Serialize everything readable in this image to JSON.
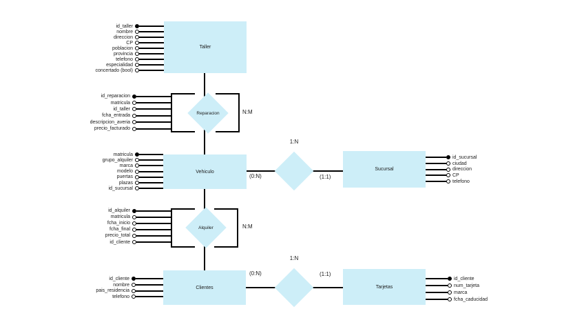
{
  "canvas": {
    "background": "#ffffff",
    "shape_fill": "#cdeef8",
    "line_color": "#000000",
    "text_color": "#1a1a1a"
  },
  "entities": {
    "taller": {
      "label": "Taller",
      "attributes": [
        {
          "name": "id_taller",
          "key": true
        },
        {
          "name": "nombre",
          "key": false
        },
        {
          "name": "direccion",
          "key": false
        },
        {
          "name": "CP",
          "key": false
        },
        {
          "name": "poblacion",
          "key": false
        },
        {
          "name": "provincia",
          "key": false
        },
        {
          "name": "telefono",
          "key": false
        },
        {
          "name": "especialidad",
          "key": false
        },
        {
          "name": "concertado (bool)",
          "key": false
        }
      ]
    },
    "vehiculo": {
      "label": "Vehiculo",
      "attributes": [
        {
          "name": "matricula",
          "key": true
        },
        {
          "name": "grupo_alquiler",
          "key": false
        },
        {
          "name": "marca",
          "key": false
        },
        {
          "name": "modelo",
          "key": false
        },
        {
          "name": "puertas",
          "key": false
        },
        {
          "name": "plazas",
          "key": false
        },
        {
          "name": "id_sucursal",
          "key": false
        }
      ]
    },
    "sucursal": {
      "label": "Sucursal",
      "attributes": [
        {
          "name": "id_sucursal",
          "key": true
        },
        {
          "name": "ciudad",
          "key": false
        },
        {
          "name": "direccion",
          "key": false
        },
        {
          "name": "CP",
          "key": false
        },
        {
          "name": "telefono",
          "key": false
        }
      ]
    },
    "clientes": {
      "label": "Clientes",
      "attributes": [
        {
          "name": "id_cliente",
          "key": true
        },
        {
          "name": "nombre",
          "key": false
        },
        {
          "name": "pais_residencia",
          "key": false
        },
        {
          "name": "telefono",
          "key": false
        }
      ]
    },
    "tarjetas": {
      "label": "Tarjetas",
      "attributes": [
        {
          "name": "id_cliente",
          "key": true
        },
        {
          "name": "num_tarjeta",
          "key": false
        },
        {
          "name": "marca",
          "key": false
        },
        {
          "name": "fcha_caducidad",
          "key": false
        }
      ]
    }
  },
  "relationships": {
    "reparacion": {
      "label": "Reparacion",
      "cardinality": "N:M",
      "attributes": [
        {
          "name": "id_reparacion",
          "key": true
        },
        {
          "name": "matricula",
          "key": false
        },
        {
          "name": "id_taller",
          "key": false
        },
        {
          "name": "fcha_entrada",
          "key": false
        },
        {
          "name": "descripcion_averia",
          "key": false
        },
        {
          "name": "precio_facturado",
          "key": false
        }
      ]
    },
    "alquiler": {
      "label": "Alquiler",
      "cardinality": "N:M",
      "attributes": [
        {
          "name": "id_alquiler",
          "key": true
        },
        {
          "name": "matricula",
          "key": false
        },
        {
          "name": "fcha_inicio",
          "key": false
        },
        {
          "name": "fcha_final",
          "key": false
        },
        {
          "name": "precio_total",
          "key": false
        },
        {
          "name": "id_cliente",
          "key": false
        }
      ]
    },
    "vehiculo_sucursal": {
      "label_top": "1:N",
      "label_left": "(0:N)",
      "label_right": "(1:1)"
    },
    "clientes_tarjetas": {
      "label_top": "1:N",
      "label_left": "(0:N)",
      "label_right": "(1:1)"
    }
  }
}
